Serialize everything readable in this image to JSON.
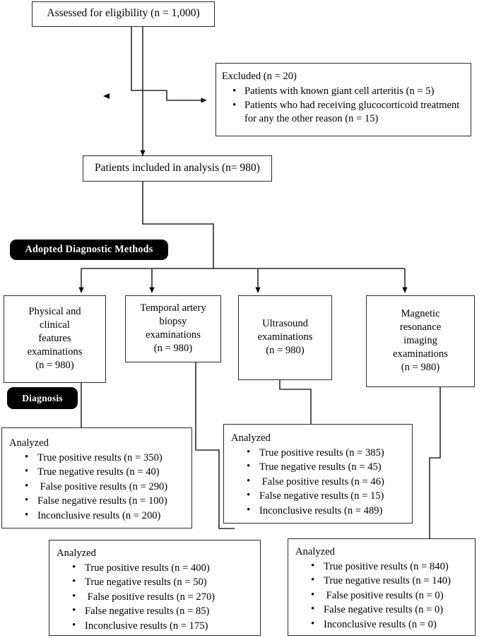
{
  "diagram": {
    "type": "flowchart",
    "title_box": {
      "text": "Assessed for eligibility (n = 1,000)"
    },
    "excluded": {
      "heading": "Excluded (n = 20)",
      "items": [
        "Patients with known giant cell arteritis (n = 5)",
        "Patients who had receiving glucocorticoid treatment for any the other reason (n = 15)"
      ]
    },
    "included": {
      "text": "Patients included in analysis (n= 980)"
    },
    "methods_badge": {
      "label": "Adopted Diagnostic Methods"
    },
    "diagnosis_badge": {
      "label": "Diagnosis"
    },
    "methods": [
      {
        "name": "physical-clinical",
        "lines": [
          "Physical and",
          "clinical",
          "features",
          "examinations",
          "(n = 980)"
        ]
      },
      {
        "name": "temporal-artery-biopsy",
        "lines": [
          "Temporal artery",
          "biopsy",
          "examinations",
          "(n = 980)"
        ]
      },
      {
        "name": "ultrasound",
        "lines": [
          "Ultrasound",
          "examinations",
          "(n = 980)"
        ]
      },
      {
        "name": "mri",
        "lines": [
          "Magnetic",
          "resonance",
          "imaging",
          "examinations",
          "(n = 980)"
        ]
      }
    ],
    "analyzed": [
      {
        "name": "analyzed-physical-clinical",
        "heading": "Analyzed",
        "items": [
          "True positive results (n = 350)",
          "True negative results (n = 40)",
          " False positive results (n = 290)",
          "False negative results (n = 100)",
          "Inconclusive results (n = 200)"
        ]
      },
      {
        "name": "analyzed-ultrasound",
        "heading": "Analyzed",
        "items": [
          "True positive results (n = 385)",
          "True negative results (n = 45)",
          " False positive results (n = 46)",
          "False negative results (n = 15)",
          "Inconclusive results (n = 489)"
        ]
      },
      {
        "name": "analyzed-temporal-artery-biopsy",
        "heading": "Analyzed",
        "items": [
          "True positive results (n = 400)",
          "True negative results (n = 50)",
          " False positive results (n = 270)",
          "False negative results (n = 85)",
          "Inconclusive results (n = 175)"
        ]
      },
      {
        "name": "analyzed-mri",
        "heading": "Analyzed",
        "items": [
          "True positive results (n = 840)",
          "True negative results (n = 140)",
          " False positive results (n = 0)",
          "False negative results (n = 0)",
          "Inconclusive results (n = 0)"
        ]
      }
    ],
    "colors": {
      "stroke": "#2b2b2b",
      "badge_bg": "#000000",
      "badge_fg": "#ffffff",
      "background": "#ffffff"
    }
  }
}
